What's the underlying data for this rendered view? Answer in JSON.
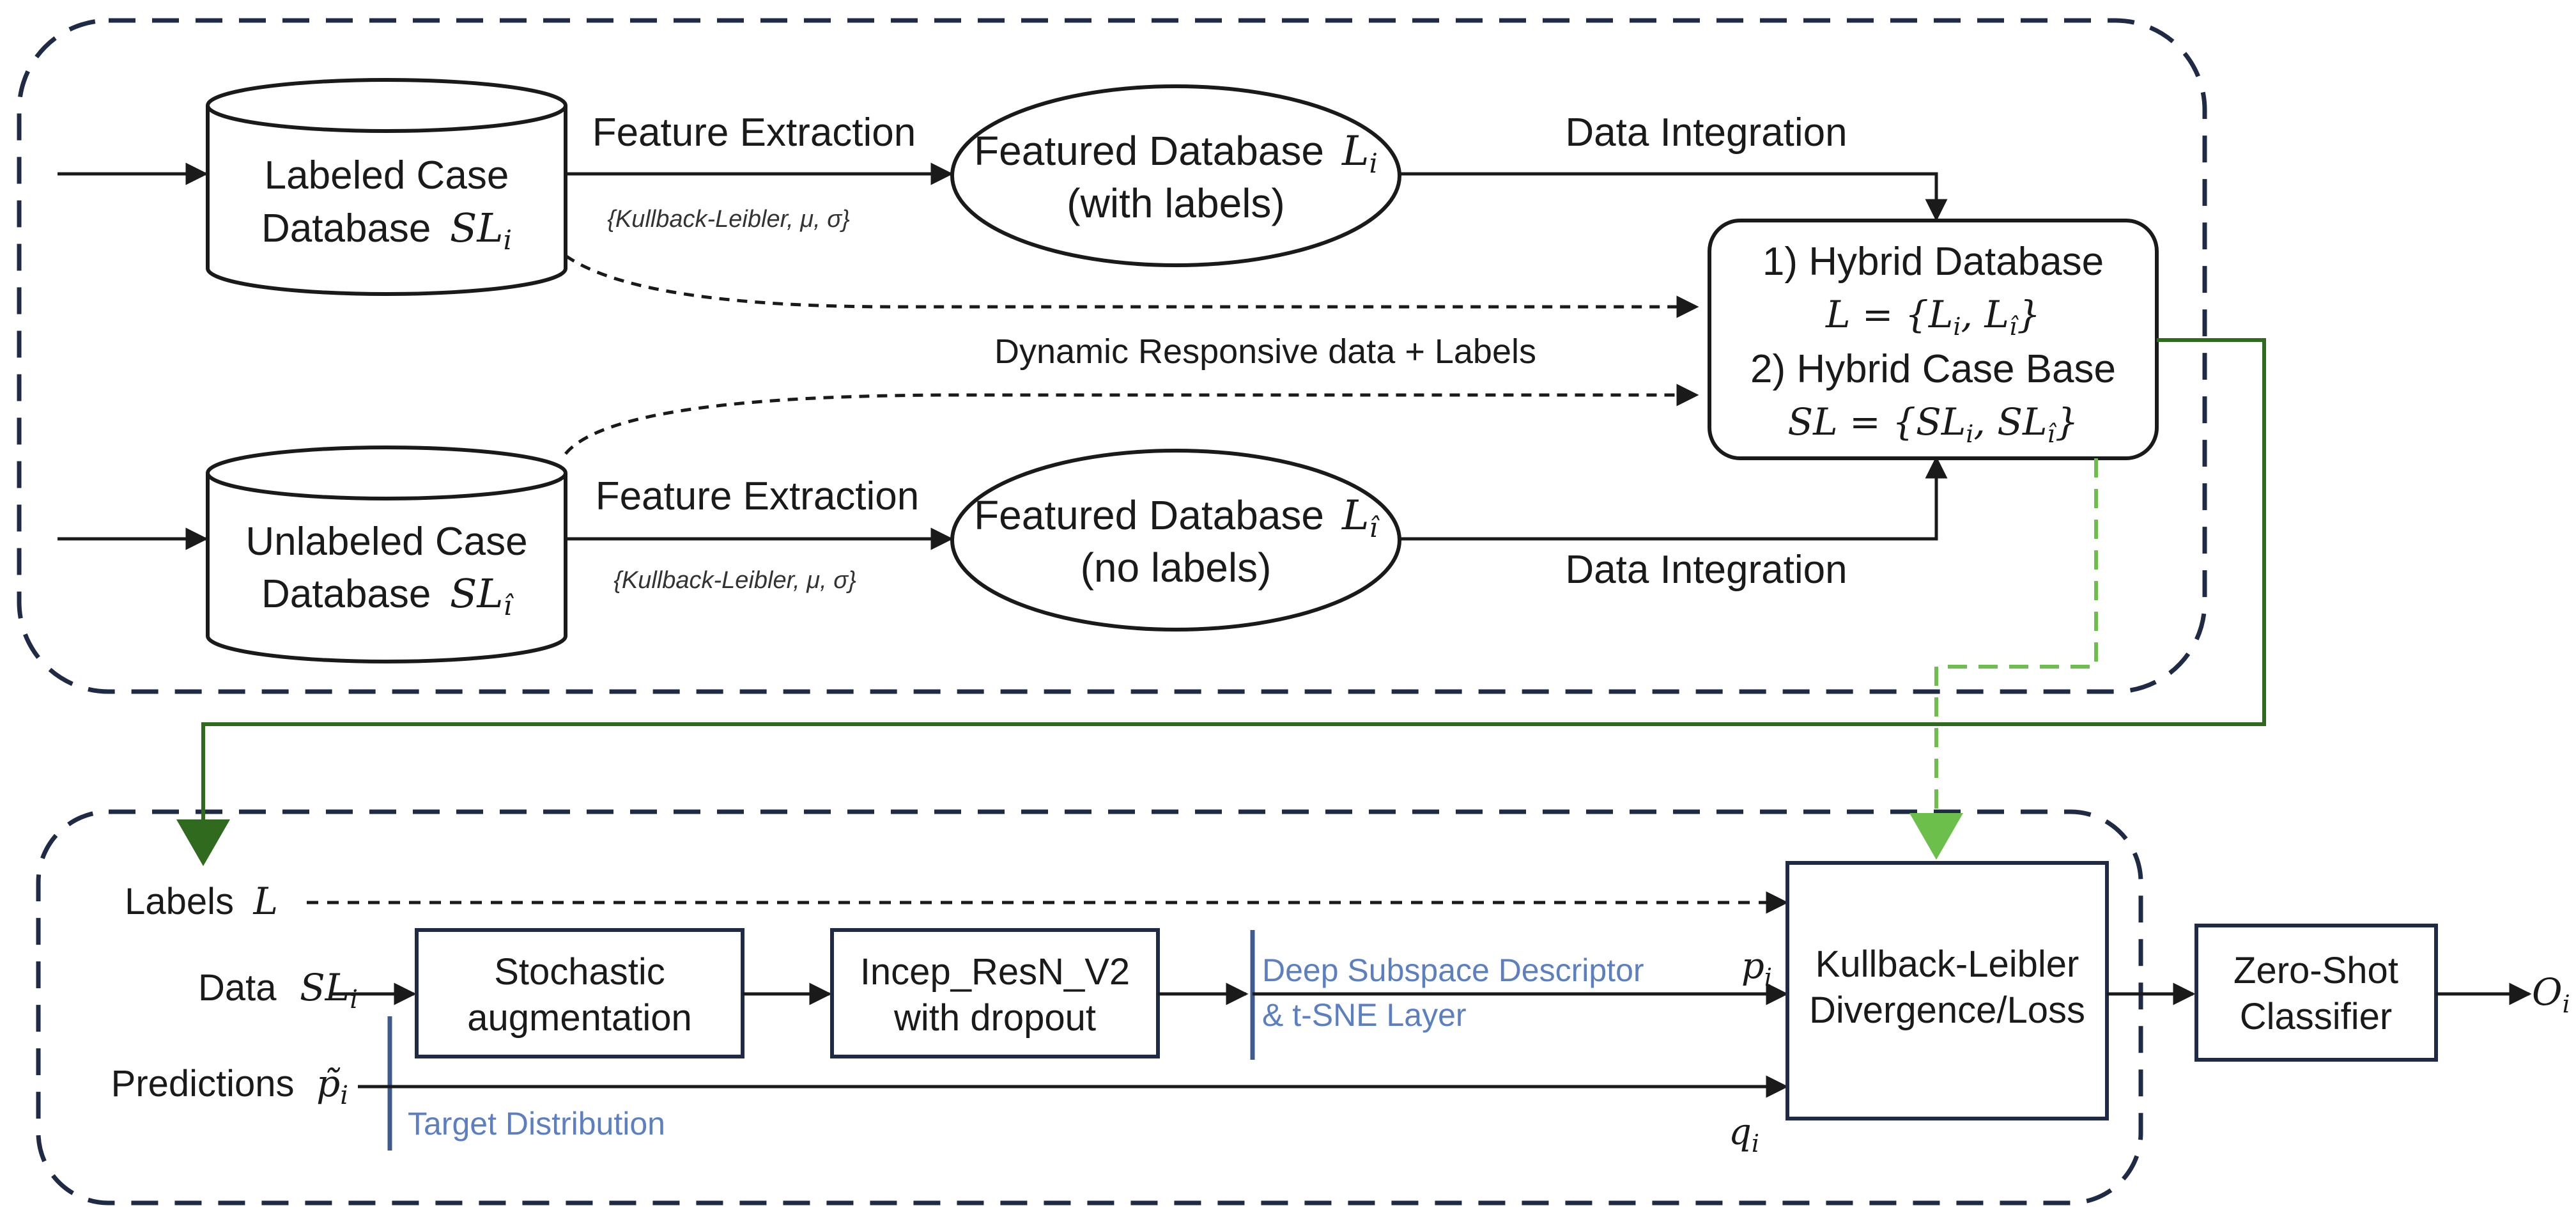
{
  "colors": {
    "ink": "#1a1a1a",
    "region_border": "#1f2a44",
    "solid_green": "#2f6a1f",
    "dashed_green": "#6cbf4a",
    "blue_text": "#5b7fc0",
    "blue_bar": "#3e5a8e"
  },
  "top": {
    "labeled_db": {
      "line1": "Labeled Case",
      "line2": "Database",
      "sym": "SL",
      "sub": "i"
    },
    "unlabeled_db": {
      "line1": "Unlabeled  Case",
      "line2": "Database",
      "sym": "SL",
      "sub": "î"
    },
    "feature_extraction_top": "Feature Extraction",
    "feature_extraction_bottom": "Feature Extraction",
    "params_top": "{Kullback-Leibler, μ, σ}",
    "params_bottom": "{Kullback-Leibler, μ, σ}",
    "featured_db_labeled": {
      "line1": "Featured Database",
      "sym": "L",
      "sub": "i",
      "line2": "(with labels)"
    },
    "featured_db_unlabeled": {
      "line1": "Featured Database",
      "sym": "L",
      "sub": "î",
      "line2": "(no labels)"
    },
    "data_integration_top": "Data Integration",
    "data_integration_bottom": "Data Integration",
    "dynamic_label": "Dynamic Responsive data + Labels",
    "hybrid": {
      "line1": "1) Hybrid Database",
      "eq1": "L = {L",
      "eq1_sub_a": "i",
      "eq1_mid": ", L",
      "eq1_sub_b": "î",
      "eq1_end": "}",
      "line2": "2) Hybrid Case Base",
      "eq2": "SL = {SL",
      "eq2_sub_a": "i",
      "eq2_mid": ", SL",
      "eq2_sub_b": "î",
      "eq2_end": "}"
    }
  },
  "bottom": {
    "labels_input": {
      "text": "Labels",
      "sym": "L"
    },
    "data_input": {
      "text": "Data",
      "sym": "SL",
      "sub": "i"
    },
    "predictions_input": {
      "text": "Predictions",
      "sym": "p̃",
      "sub": "i"
    },
    "stochastic": {
      "line1": "Stochastic",
      "line2": "augmentation"
    },
    "incep": {
      "line1": "Incep_ResN_V2",
      "line2": "with dropout"
    },
    "descriptor": {
      "line1": "Deep Subspace Descriptor",
      "line2": "& t-SNE Layer"
    },
    "target": "Target Distribution",
    "p_sym": "p",
    "p_sub": "i",
    "q_sym": "q",
    "q_sub": "i",
    "kl": {
      "line1": "Kullback-Leibler",
      "line2": "Divergence/Loss"
    },
    "zs": {
      "line1": "Zero-Shot",
      "line2": "Classifier"
    },
    "output": {
      "sym": "O",
      "sub": "i"
    }
  }
}
